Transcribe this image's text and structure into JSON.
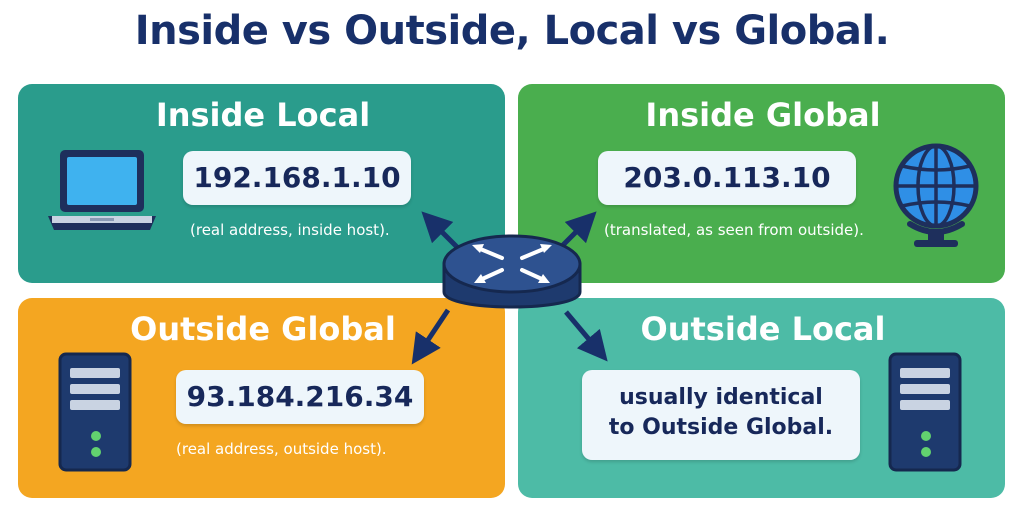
{
  "title": "Inside vs Outside, Local vs Global.",
  "panels": {
    "inside_local": {
      "heading": "Inside Local",
      "address": "192.168.1.10",
      "caption": "(real address, inside host).",
      "icon": "laptop-icon",
      "color": "#2a9c8c"
    },
    "inside_global": {
      "heading": "Inside Global",
      "address": "203.0.113.10",
      "caption": "(translated, as seen from outside).",
      "icon": "globe-icon",
      "color": "#4aae4e"
    },
    "outside_global": {
      "heading": "Outside Global",
      "address": "93.184.216.34",
      "caption": "(real address, outside host).",
      "icon": "server-icon",
      "color": "#f4a621"
    },
    "outside_local": {
      "heading": "Outside Local",
      "note_line1": "usually identical",
      "note_line2": "to Outside Global.",
      "icon": "server-icon",
      "color": "#4dbba6"
    }
  },
  "center": {
    "icon": "router-icon",
    "color": "#2c4a7e"
  }
}
